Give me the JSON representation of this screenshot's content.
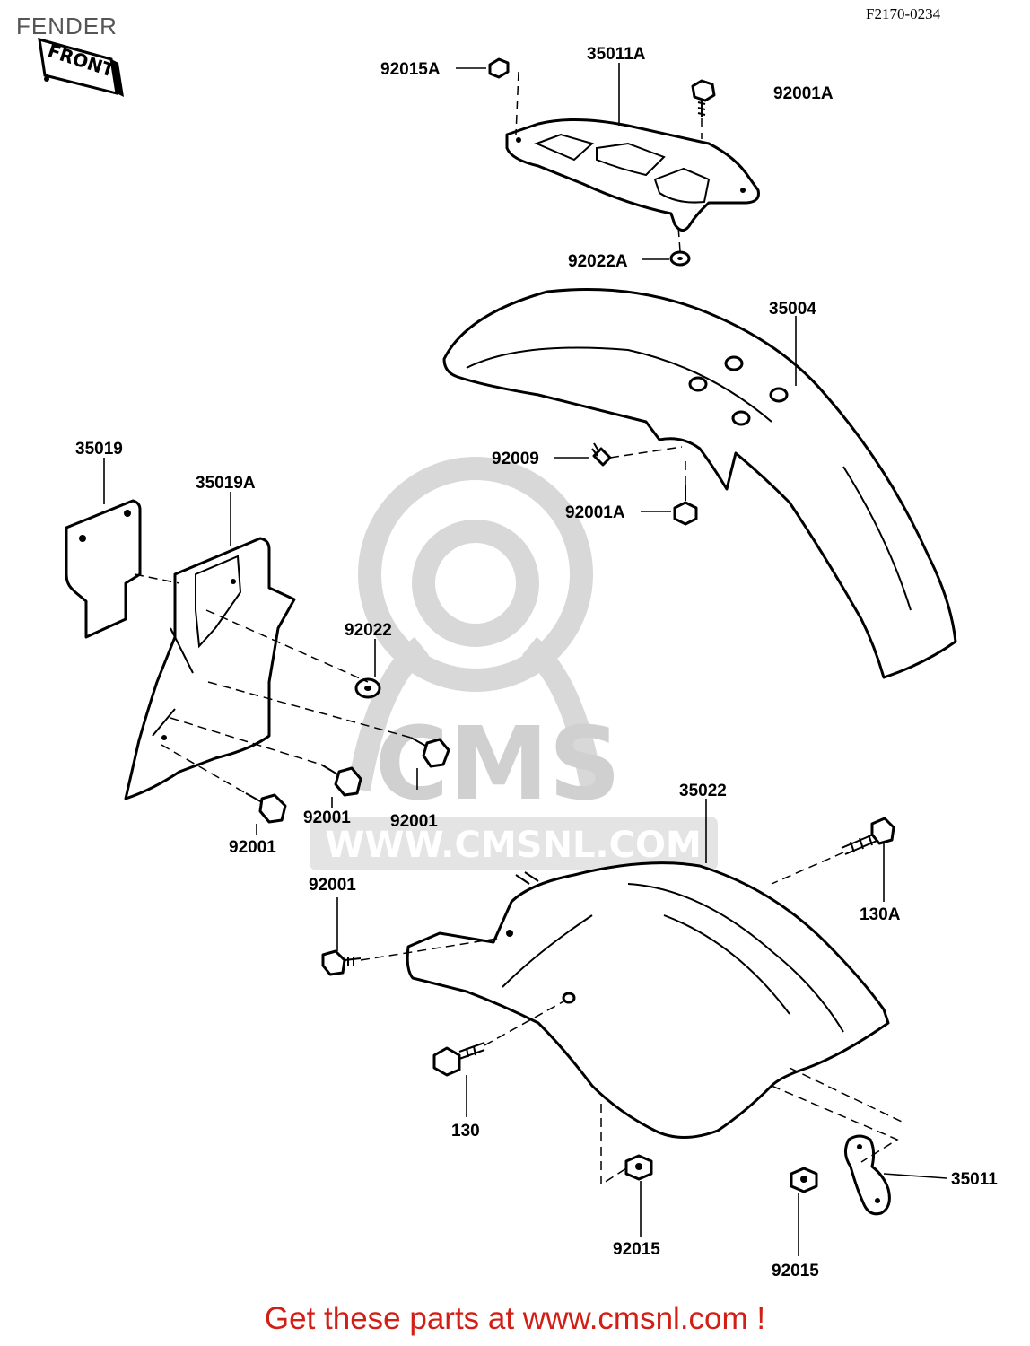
{
  "title": "FENDER",
  "diagram_code": "F2170-0234",
  "front_tag": "FRONT",
  "labels": {
    "p92015A": "92015A",
    "p35011A": "35011A",
    "p92001A_top": "92001A",
    "p92022A": "92022A",
    "p35004": "35004",
    "p35019": "35019",
    "p35019A": "35019A",
    "p92009": "92009",
    "p92001A_mid": "92001A",
    "p92022": "92022",
    "p92001_a": "92001",
    "p92001_b": "92001",
    "p92001_c": "92001",
    "p92001_d": "92001",
    "p35022": "35022",
    "p130A": "130A",
    "p130": "130",
    "p92015_a": "92015",
    "p92015_b": "92015",
    "p35011": "35011"
  },
  "watermark": {
    "brand": "CMS",
    "url": "WWW.CMSNL.COM"
  },
  "footer": "Get these parts at www.cmsnl.com !",
  "colors": {
    "footer_text": "#d21f16",
    "watermark": "#d0d0d0",
    "line": "#000000"
  }
}
